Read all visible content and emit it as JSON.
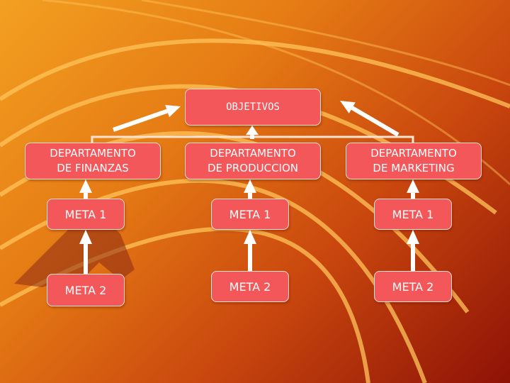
{
  "diagram": {
    "top": {
      "label": "OBJETIVOS"
    },
    "departments": [
      {
        "label": "DEPARTAMENTO\nDE FINANZAS",
        "goals": [
          "META 1",
          "META 2"
        ]
      },
      {
        "label": "DEPARTAMENTO\nDE PRODUCCION",
        "goals": [
          "META 1",
          "META 2"
        ]
      },
      {
        "label": "DEPARTAMENTO\nDE MARKETING",
        "goals": [
          "META 1",
          "META 2"
        ]
      }
    ]
  },
  "colors": {
    "box_fill": "#f4575a",
    "box_border": "#fbe3d2",
    "arrow": "#ffffff",
    "track_lines": "#ffc45a",
    "background_light": "#f3a021",
    "background_dark": "#8e1206"
  }
}
